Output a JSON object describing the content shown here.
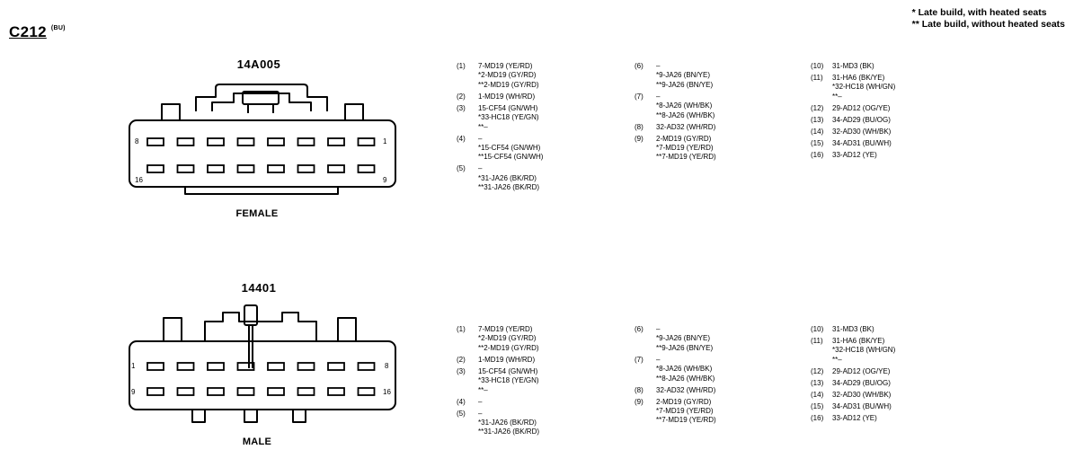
{
  "legend": [
    "* Late build, with heated seats",
    "** Late build, without heated seats"
  ],
  "title": {
    "code": "C212",
    "color": "(BU)"
  },
  "connectors": [
    {
      "part": "14A005",
      "gender": "FEMALE",
      "pin_labels": [
        "8",
        "1",
        "16",
        "9"
      ],
      "columns": [
        [
          {
            "num": "(1)",
            "lines": [
              "7-MD19 (YE/RD)",
              "*2-MD19 (GY/RD)",
              "**2-MD19 (GY/RD)"
            ]
          },
          {
            "num": "(2)",
            "lines": [
              "1-MD19 (WH/RD)"
            ]
          },
          {
            "num": "(3)",
            "lines": [
              "15-CF54 (GN/WH)",
              "*33-HC18 (YE/GN)",
              "**–"
            ]
          },
          {
            "num": "(4)",
            "lines": [
              "–",
              "*15-CF54 (GN/WH)",
              "**15-CF54 (GN/WH)"
            ]
          },
          {
            "num": "(5)",
            "lines": [
              "–",
              "*31-JA26 (BK/RD)",
              "**31-JA26 (BK/RD)"
            ]
          }
        ],
        [
          {
            "num": "(6)",
            "lines": [
              "–",
              "*9-JA26 (BN/YE)",
              "**9-JA26 (BN/YE)"
            ]
          },
          {
            "num": "(7)",
            "lines": [
              "–",
              "*8-JA26 (WH/BK)",
              "**8-JA26 (WH/BK)"
            ]
          },
          {
            "num": "(8)",
            "lines": [
              "32-AD32 (WH/RD)"
            ]
          },
          {
            "num": "(9)",
            "lines": [
              "2-MD19 (GY/RD)",
              "*7-MD19 (YE/RD)",
              "**7-MD19 (YE/RD)"
            ]
          }
        ],
        [
          {
            "num": "(10)",
            "lines": [
              "31-MD3 (BK)"
            ]
          },
          {
            "num": "(11)",
            "lines": [
              "31-HA6 (BK/YE)",
              "*32-HC18 (WH/GN)",
              "**–"
            ]
          },
          {
            "num": "(12)",
            "lines": [
              "29-AD12 (OG/YE)"
            ]
          },
          {
            "num": "(13)",
            "lines": [
              "34-AD29 (BU/OG)"
            ]
          },
          {
            "num": "(14)",
            "lines": [
              "32-AD30 (WH/BK)"
            ]
          },
          {
            "num": "(15)",
            "lines": [
              "34-AD31 (BU/WH)"
            ]
          },
          {
            "num": "(16)",
            "lines": [
              "33-AD12 (YE)"
            ]
          }
        ]
      ]
    },
    {
      "part": "14401",
      "gender": "MALE",
      "pin_labels": [
        "1",
        "8",
        "9",
        "16"
      ],
      "columns": [
        [
          {
            "num": "(1)",
            "lines": [
              "7-MD19 (YE/RD)",
              "*2-MD19 (GY/RD)",
              "**2-MD19 (GY/RD)"
            ]
          },
          {
            "num": "(2)",
            "lines": [
              "1-MD19 (WH/RD)"
            ]
          },
          {
            "num": "(3)",
            "lines": [
              "15-CF54 (GN/WH)",
              "*33-HC18 (YE/GN)",
              "**–"
            ]
          },
          {
            "num": "(4)",
            "lines": [
              "–"
            ]
          },
          {
            "num": "(5)",
            "lines": [
              "–",
              "*31-JA26 (BK/RD)",
              "**31-JA26 (BK/RD)"
            ]
          }
        ],
        [
          {
            "num": "(6)",
            "lines": [
              "–",
              "*9-JA26 (BN/YE)",
              "**9-JA26 (BN/YE)"
            ]
          },
          {
            "num": "(7)",
            "lines": [
              "–",
              "*8-JA26 (WH/BK)",
              "**8-JA26 (WH/BK)"
            ]
          },
          {
            "num": "(8)",
            "lines": [
              "32-AD32 (WH/RD)"
            ]
          },
          {
            "num": "(9)",
            "lines": [
              "2-MD19 (GY/RD)",
              "*7-MD19 (YE/RD)",
              "**7-MD19 (YE/RD)"
            ]
          }
        ],
        [
          {
            "num": "(10)",
            "lines": [
              "31-MD3 (BK)"
            ]
          },
          {
            "num": "(11)",
            "lines": [
              "31-HA6 (BK/YE)",
              "*32-HC18 (WH/GN)",
              "**–"
            ]
          },
          {
            "num": "(12)",
            "lines": [
              "29-AD12 (OG/YE)"
            ]
          },
          {
            "num": "(13)",
            "lines": [
              "34-AD29 (BU/OG)"
            ]
          },
          {
            "num": "(14)",
            "lines": [
              "32-AD30 (WH/BK)"
            ]
          },
          {
            "num": "(15)",
            "lines": [
              "34-AD31 (BU/WH)"
            ]
          },
          {
            "num": "(16)",
            "lines": [
              "33-AD12 (YE)"
            ]
          }
        ]
      ]
    }
  ]
}
